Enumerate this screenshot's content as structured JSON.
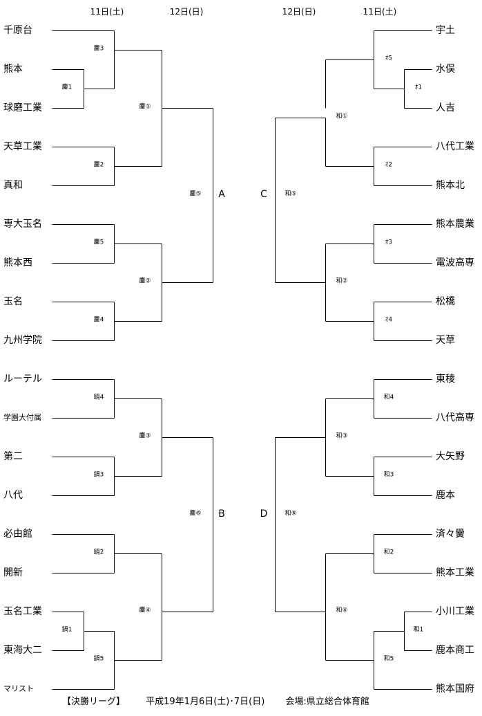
{
  "headers": {
    "left_round1": "11日(土)",
    "left_round2": "12日(日)",
    "right_round2": "12日(日)",
    "right_round1": "11日(土)"
  },
  "left_teams": [
    "千原台",
    "熊本",
    "球磨工業",
    "天草工業",
    "真和",
    "専大玉名",
    "熊本西",
    "玉名",
    "九州学院",
    "ルーテル",
    "学園大付属",
    "第二",
    "八代",
    "必由館",
    "開新",
    "玉名工業",
    "東海大二",
    "マリスト"
  ],
  "right_teams": [
    "宇土",
    "水俣",
    "人吉",
    "八代工業",
    "熊本北",
    "熊本農業",
    "電波高専",
    "松橋",
    "天草",
    "東稜",
    "八代高専",
    "大矢野",
    "鹿本",
    "済々黌",
    "熊本工業",
    "小川工業",
    "鹿本商工",
    "熊本国府"
  ],
  "left_match_labels": {
    "pre_1": "鏖1",
    "r1_3": "鏖3",
    "r1_2": "鏖2",
    "r1_5": "鏖5",
    "r1_4": "鏖4",
    "r2_1": "鏖①",
    "r2_2": "鏖②",
    "r3_5": "鏖⑤",
    "b_r1_4": "鍋4",
    "b_r1_3": "鍋3",
    "b_r1_2": "鍋2",
    "b_pre_1": "鍋1",
    "b_r1_5": "鍋5",
    "b_r2_3": "鏖③",
    "b_r2_4": "鏖④",
    "b_r3_6": "鏖⑥"
  },
  "right_match_labels": {
    "o5": "ｵ5",
    "o1": "ｵ1",
    "o2": "ｵ2",
    "o3": "ｵ3",
    "o4": "ｵ4",
    "w1c": "和①",
    "w2c": "和②",
    "w5c": "和⑤",
    "w4": "和4",
    "w3": "和3",
    "w2": "和2",
    "w1": "和1",
    "w5": "和5",
    "w3c": "和③",
    "w4c": "和④",
    "w6c": "和⑥"
  },
  "block_letters": {
    "a": "A",
    "b": "B",
    "c": "C",
    "d": "D"
  },
  "footer": {
    "title": "【決勝リーグ】",
    "schedule": "平成19年1月6日(土)･7日(日)",
    "venue": "会場:県立総合体育館"
  }
}
